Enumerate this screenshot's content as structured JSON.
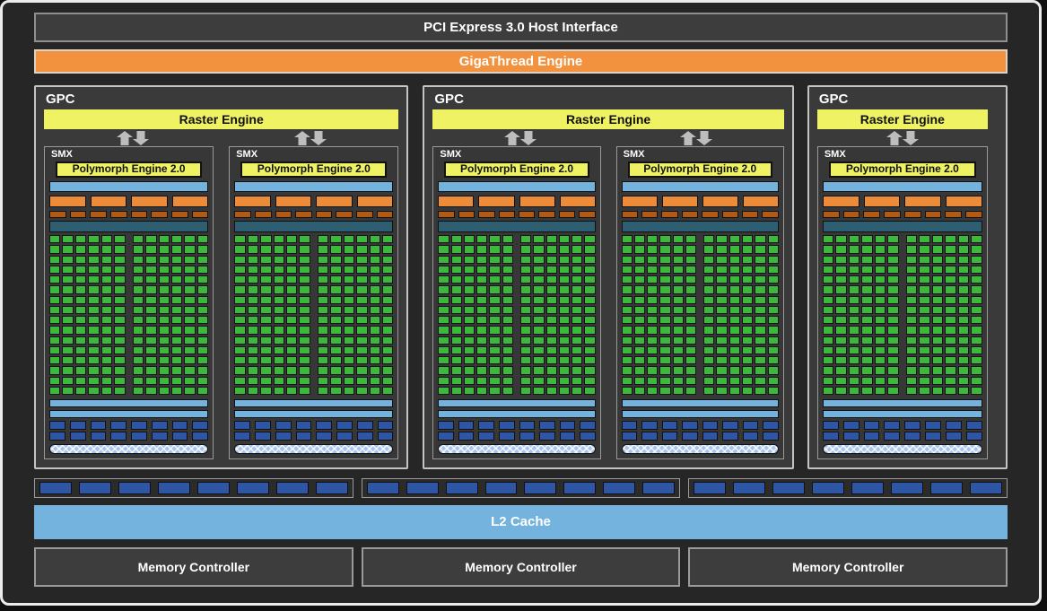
{
  "host_interface": {
    "label": "PCI Express 3.0 Host Interface"
  },
  "gigathread_engine": {
    "label": "GigaThread Engine"
  },
  "gpc_label": "GPC",
  "raster_engine_label": "Raster Engine",
  "smx": {
    "label": "SMX",
    "polymorph_label": "Polymorph Engine 2.0",
    "instruction_bars": 1,
    "scheduler_segments": 4,
    "dispatch_segments": 8,
    "core_rows": 16,
    "core_cols_per_half": 6,
    "core_halves": 2,
    "shared_bars": 2,
    "ldst_rows": 2,
    "ldst_segments_per_row": 8,
    "texture_cache_bars": 1
  },
  "gpcs": [
    {
      "smx_count": 2
    },
    {
      "smx_count": 2
    },
    {
      "smx_count": 1
    }
  ],
  "rop_partitions": {
    "groups": 3,
    "segments_per_group": 8
  },
  "l2_cache": {
    "label": "L2 Cache"
  },
  "memory_controllers": [
    {
      "label": "Memory Controller"
    },
    {
      "label": "Memory Controller"
    },
    {
      "label": "Memory Controller"
    }
  ],
  "colors": {
    "frame_border": "#ececec",
    "background": "#262626",
    "panel_fill": "#3d3d3d",
    "panel_border": "#8f8f8f",
    "gpc_border": "#c4c4c4",
    "gigathread_orange": "#f2913e",
    "engine_yellow": "#eef263",
    "scheduler_orange": "#ec8c3a",
    "dispatch_brown": "#b05a16",
    "teal": "#2d5e72",
    "core_green": "#3cb93c",
    "light_blue": "#74b3de",
    "navy_blue": "#2f55a5",
    "hatch_blue": "#a8c4e8",
    "arrow_gray": "#bdbdbd"
  }
}
